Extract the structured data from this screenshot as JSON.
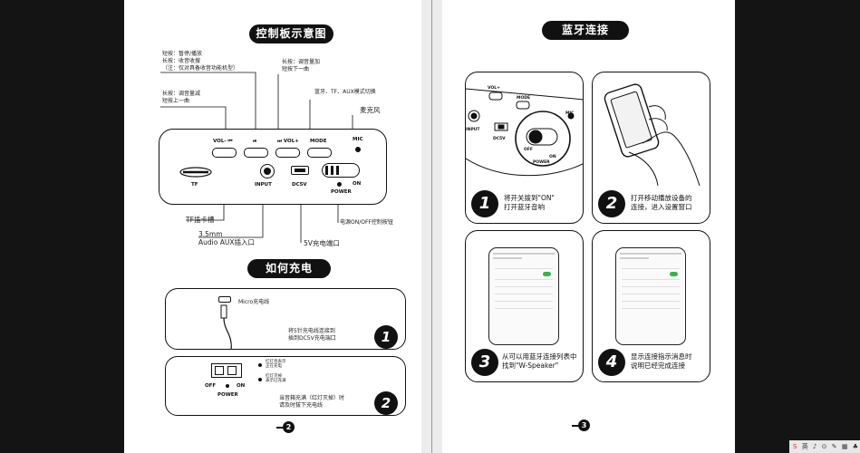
{
  "left_page": {
    "control_title": "控制板示意图",
    "annotations": {
      "short_press_pause": [
        "短按：暂停/播放",
        "长按：收音收搜",
        "（注：仅对具备收音功能机型）"
      ],
      "vol_up": [
        "长按：调音量加",
        "短按下一曲"
      ],
      "vol_down": [
        "长按：调音量减",
        "短按上一曲"
      ],
      "mode_switch": "蓝牙、TF、AUX模式切换",
      "mic": "麦克风",
      "tf_slot": "TF插卡槽",
      "aux": [
        "3.5mm",
        "Audio AUX插入口"
      ],
      "charge_port": "5V充电端口",
      "power_switch": "电源ON/OFF控制按钮"
    },
    "panel_labels": {
      "vol_minus": "VOL- ⏮",
      "play": "⏯",
      "vol_plus": "⏭ VOL+",
      "mode": "MODE",
      "mic": "MIC",
      "tf": "TF",
      "input": "INPUT",
      "dc5v": "DC5V",
      "power": "POWER",
      "on": "ON"
    },
    "charge_title": "如何充电",
    "charge_step1": {
      "cable_label": "Micro充电线",
      "text": [
        "将5针充电线连接到",
        "插到DC5V充电端口"
      ],
      "num": "1"
    },
    "charge_step2": {
      "indicator1": [
        "红灯亮表示",
        "正在充电"
      ],
      "indicator2": [
        "红灯灭掉",
        "表示已充满"
      ],
      "off": "OFF",
      "on": "ON",
      "power": "POWER",
      "text": [
        "当音箱充满（红灯灭掉）时",
        "请及时拔下充电线"
      ],
      "num": "2"
    },
    "page_num": "2"
  },
  "right_page": {
    "bt_title": "蓝牙连接",
    "device_labels": {
      "vol_plus": "VOL+",
      "mode": "MODE",
      "mic": "MIC",
      "input": "INPUT",
      "dc5v": "DC5V",
      "off": "OFF",
      "on": "ON",
      "power": "POWER"
    },
    "steps": [
      {
        "num": "1",
        "text": [
          "将开关拨到\"ON\"",
          "打开蓝牙音响"
        ]
      },
      {
        "num": "2",
        "text": [
          "打开移动播放设备的",
          "连接，进入设置窗口"
        ]
      },
      {
        "num": "3",
        "text": [
          "从可以用蓝牙连接列表中",
          "找到\"W-Speaker\""
        ]
      },
      {
        "num": "4",
        "text": [
          "显示连接指示消息时",
          "说明已经完成连接"
        ]
      }
    ],
    "page_num": "3"
  },
  "colors": {
    "ink": "#111111",
    "toggle": "#3ab34a",
    "background": "#141414"
  },
  "tray_icons": [
    "S",
    "英",
    "♪",
    "⊙",
    "✎",
    "▦",
    "♣",
    "⊞"
  ]
}
